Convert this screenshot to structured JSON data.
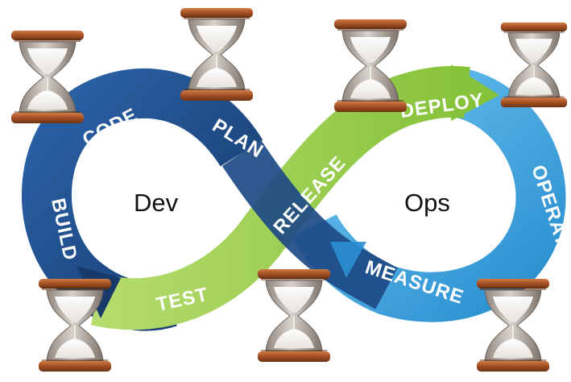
{
  "diagram": {
    "center_labels": {
      "left": "Dev",
      "right": "Ops"
    },
    "stages": {
      "code": "CODE",
      "plan": "PLAN",
      "build": "BUILD",
      "test": "TEST",
      "release": "RELEASE",
      "deploy": "DEPLOY",
      "operate": "OPERATE",
      "measure": "MEASURE"
    },
    "colors": {
      "dev_loop": "#1f4e8c",
      "dev_loop_dark": "#173a6b",
      "ops_loop": "#2f9ddd",
      "ops_loop_light": "#59b6e8",
      "green_band": "#8cc63f",
      "green_band_light": "#a5d35a",
      "hourglass_wood": "#a8552a",
      "hourglass_glass": "#b9aea6"
    },
    "icons": [
      "hourglass-icon",
      "hourglass-icon",
      "hourglass-icon",
      "hourglass-icon",
      "hourglass-icon",
      "hourglass-icon",
      "hourglass-icon"
    ]
  }
}
